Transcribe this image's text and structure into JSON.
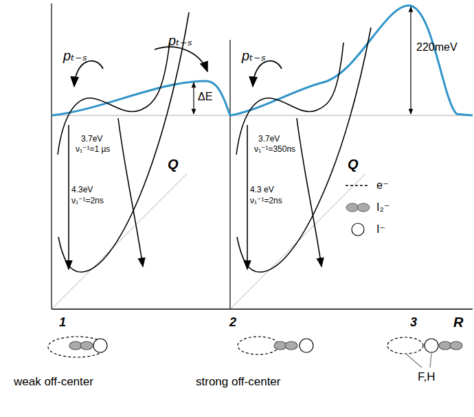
{
  "diagram": {
    "labels": [
      "pₜ₋ₛ",
      "pₜ₋ₛ",
      "pₜ₋ₛ",
      "ΔE",
      "220meV",
      "3.7eV",
      "ν₁⁻¹=1 µs",
      "4.3eV",
      "ν₁⁻¹=2ns",
      "Q",
      "3.7eV",
      "ν₁⁻¹=350ns",
      "4.3 eV",
      "ν₁⁻¹=2ns",
      "Q",
      "R",
      "1",
      "2",
      "3",
      "weak off-center",
      "strong off-center",
      "F,H"
    ],
    "legend": [
      {
        "text": "e⁻"
      },
      {
        "text": "I₂⁻"
      },
      {
        "text": "I⁻"
      }
    ]
  }
}
